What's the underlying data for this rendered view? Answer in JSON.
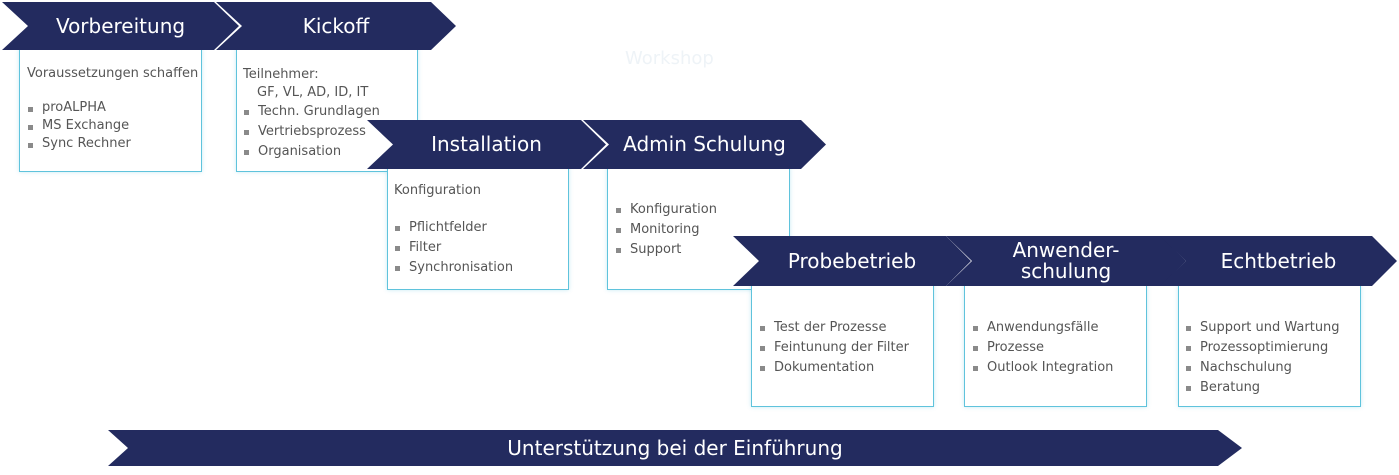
{
  "colors": {
    "chevron": "#232b5f",
    "box_border": "#5fc3dc",
    "text": "#555555"
  },
  "watermark": "Workshop",
  "phases": {
    "vorbereitung": {
      "title": "Vorbereitung",
      "intro": "Voraussetzungen schaffen",
      "items": [
        "proALPHA",
        "MS Exchange",
        "Sync Rechner"
      ]
    },
    "kickoff": {
      "title": "Kickoff",
      "intro": "Teilnehmer:",
      "sub": "GF, VL, AD, ID, IT",
      "items": [
        "Techn. Grundlagen",
        "Vertriebsprozess",
        "Organisation"
      ]
    },
    "installation": {
      "title": "Installation",
      "intro": "Konfiguration",
      "items": [
        "Pflichtfelder",
        "Filter",
        "Synchronisation"
      ]
    },
    "admin": {
      "title": "Admin Schulung",
      "items": [
        "Konfiguration",
        "Monitoring",
        "Support"
      ]
    },
    "probebetrieb": {
      "title": "Probebetrieb",
      "items": [
        "Test der Prozesse",
        "Feintunung der Filter",
        "Dokumentation"
      ]
    },
    "anwender": {
      "title_line1": "Anwender-",
      "title_line2": "schulung",
      "items": [
        "Anwendungsfälle",
        "Prozesse",
        "Outlook Integration"
      ]
    },
    "echtbetrieb": {
      "title": "Echtbetrieb",
      "items": [
        "Support und Wartung",
        "Prozessoptimierung",
        "Nachschulung",
        "Beratung"
      ]
    }
  },
  "banner": "Unterstützung bei der Einführung"
}
